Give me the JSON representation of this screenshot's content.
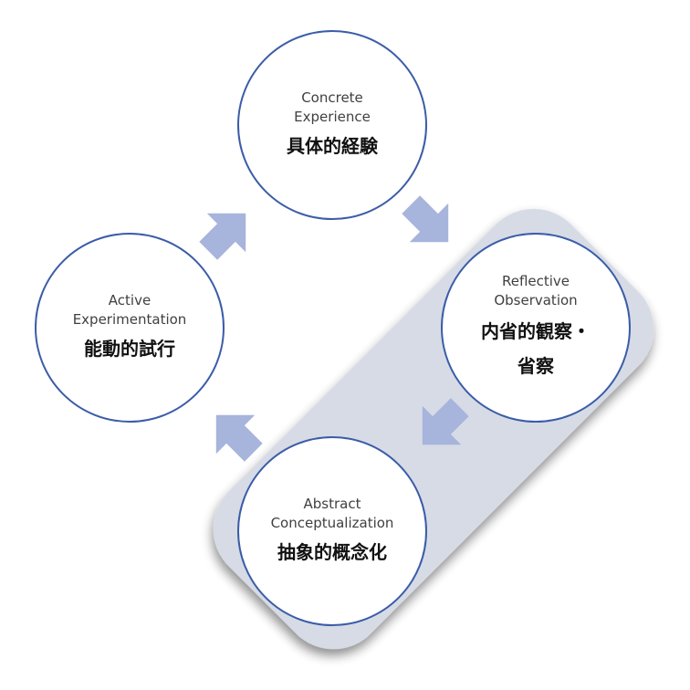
{
  "nodes": {
    "concrete": {
      "en": "Concrete\nExperience",
      "ja": "具体的経験"
    },
    "reflective": {
      "en": "Reflective\nObservation",
      "ja": "内省的観察・\n省察"
    },
    "abstract": {
      "en": "Abstract\nConceptualization",
      "ja": "抽象的概念化"
    },
    "active": {
      "en": "Active\nExperimentation",
      "ja": "能動的試行"
    }
  },
  "colors": {
    "circle_border": "#3b5ca8",
    "arrow_fill": "#a7b4dc",
    "highlight_band": "#d6dbe6"
  }
}
